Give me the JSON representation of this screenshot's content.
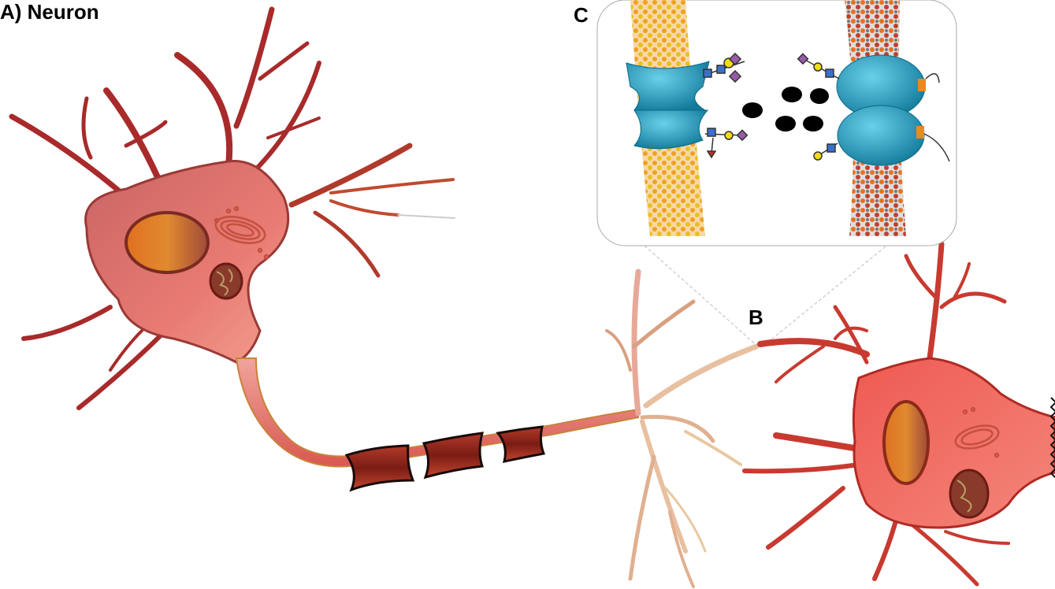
{
  "labels": {
    "panel_a": "A) Neuron",
    "panel_b": "B",
    "panel_c": "C"
  },
  "colors": {
    "soma": "#e06a6a",
    "soma_dark": "#a0342f",
    "axon": "#e8908c",
    "myelin": "#8a1f17",
    "nucleus": "#e0751f",
    "receptor": "#1fa0c4",
    "membrane_lipid": "#f0a020",
    "membrane_tail_gray": "#777777",
    "neurotransmitter": "#000000",
    "sugar_blue": "#3a6fd0",
    "sugar_yellow": "#f0dc10",
    "sugar_purple": "#9a5aaa"
  },
  "icons": [
    "neuron-cell-body",
    "mitochondrion",
    "golgi-apparatus",
    "myelin-sheath",
    "synapse",
    "receptor-protein",
    "neurotransmitter-molecule",
    "lipid-bilayer"
  ]
}
